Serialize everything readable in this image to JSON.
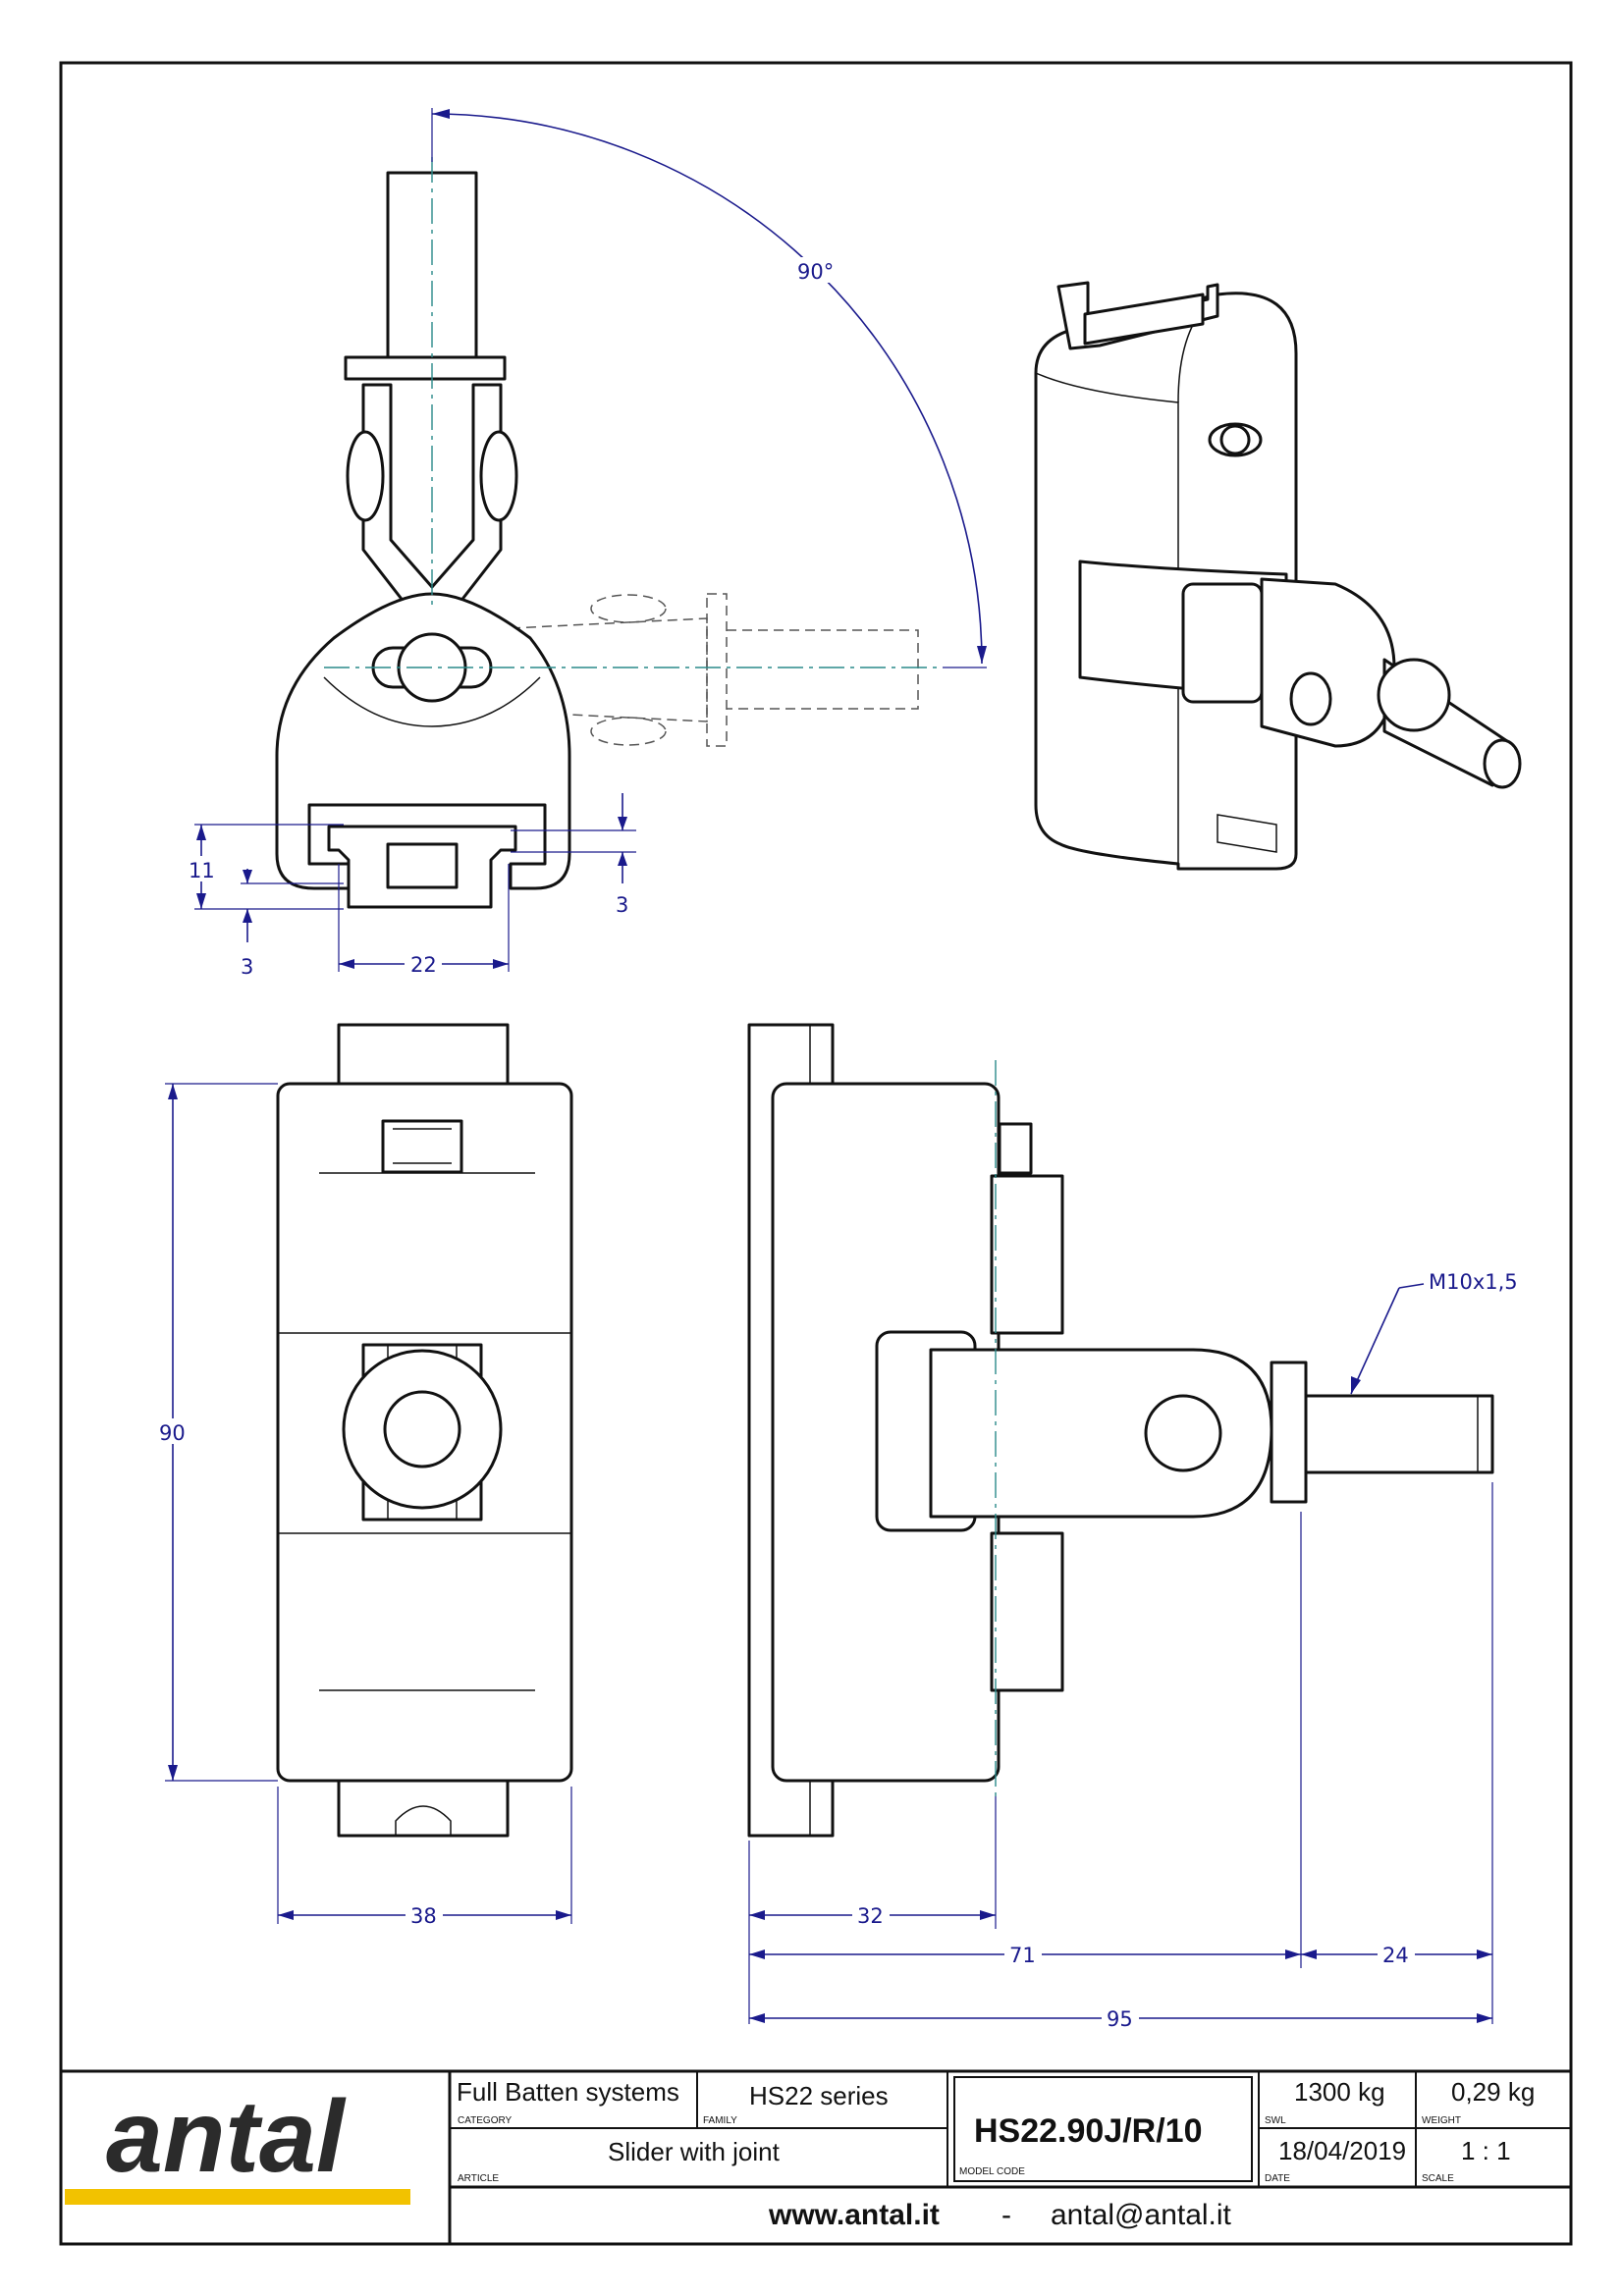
{
  "dimensions": {
    "angle": "90°",
    "d11": "11",
    "d3_left": "3",
    "d3_right": "3",
    "d22": "22",
    "d90": "90",
    "d38": "38",
    "d32": "32",
    "d71": "71",
    "d24": "24",
    "d95": "95",
    "thread": "M10x1,5"
  },
  "title_block": {
    "logo": "antal",
    "category_value": "Full Batten systems",
    "category_label": "CATEGORY",
    "family_value": "HS22 series",
    "family_label": "FAMILY",
    "article_value": "Slider with joint",
    "article_label": "ARTICLE",
    "model_code": "HS22.90J/R/10",
    "model_code_label": "MODEL CODE",
    "swl_value": "1300 kg",
    "swl_label": "SWL",
    "weight_value": "0,29 kg",
    "weight_label": "WEIGHT",
    "date_value": "18/04/2019",
    "date_label": "DATE",
    "scale_value": "1 : 1",
    "scale_label": "SCALE",
    "website": "www.antal.it",
    "separator": "-",
    "email": "antal@antal.it"
  },
  "colors": {
    "dimension": "#1a1a8c",
    "axis": "#2a8a8a",
    "logo_bar": "#f2c200"
  }
}
